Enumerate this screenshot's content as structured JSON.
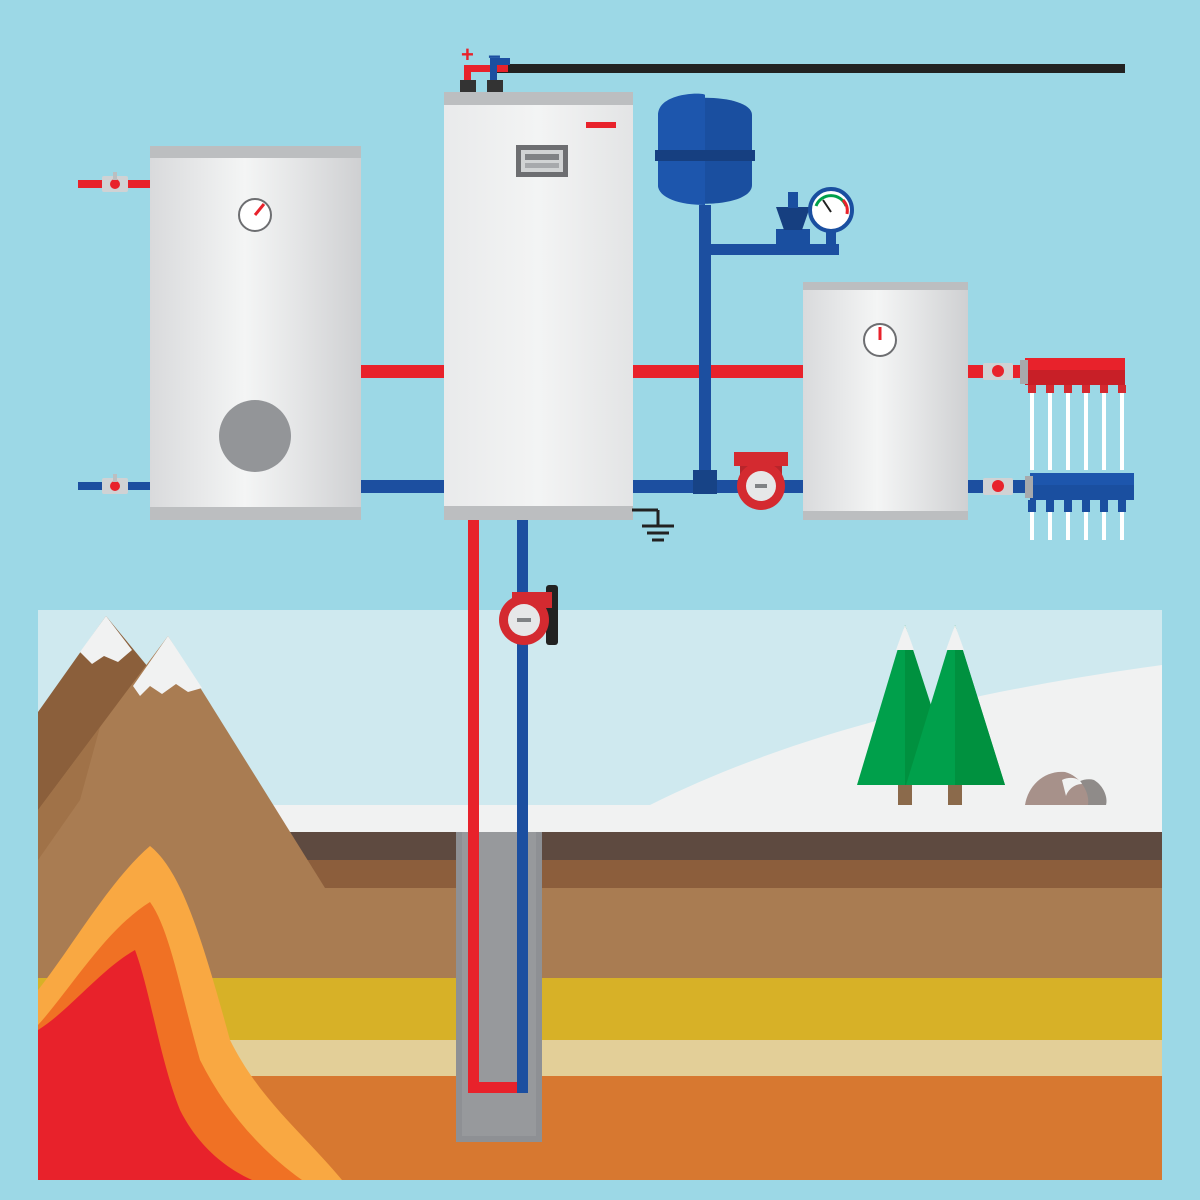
{
  "polarity": {
    "plus": "+",
    "minus": "−"
  },
  "colors": {
    "background": "#9cd8e6",
    "hot_pipe": "#e8222b",
    "cold_pipe": "#1c4fa0",
    "tank_body": "#e8e9ea",
    "tank_cap": "#bcbec0",
    "expansion_vessel": "#1a4fa0",
    "pump_red": "#d42a30",
    "cable": "#222222",
    "snow": "#f1f2f2",
    "soil_top": "#5e4a40",
    "soil_brown": "#8c5e3c",
    "soil_tan": "#a97c52",
    "ochre": "#d7b127",
    "sand": "#e3cf98",
    "deep_orange": "#d77830",
    "lava_red": "#e8222b",
    "lava_orange": "#f07124",
    "lava_yellow": "#f9a842",
    "tree_green": "#00a04b",
    "trunk": "#8b6a4b",
    "borehole": "#8e9094"
  },
  "components": {
    "hot_water_tank": "hot-water-storage-tank",
    "heat_pump": "heat-pump-unit",
    "buffer_tank": "buffer-tank",
    "expansion_vessel": "expansion-vessel-icon",
    "safety_group": "air-vent-and-pressure-gauge",
    "circulation_pumps": 2,
    "manifold_outlets": 6
  }
}
